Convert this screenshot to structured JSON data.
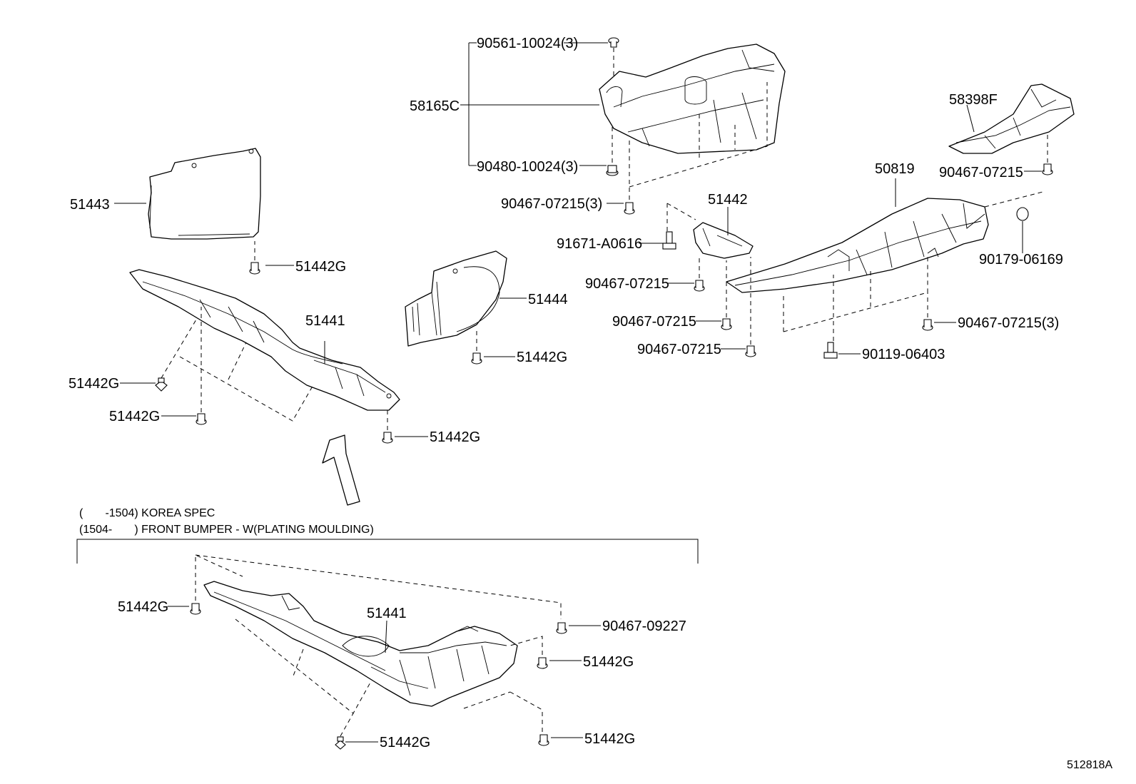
{
  "diagram_id": "512818A",
  "notes": {
    "korea_spec": "(       -1504) KOREA SPEC",
    "plating": "(1504-       ) FRONT BUMPER - W(PLATING MOULDING)"
  },
  "labels": {
    "p90561": "90561-10024(3)",
    "p58165c": "58165C",
    "p90480": "90480-10024(3)",
    "p90467_3_top": "90467-07215(3)",
    "p58398f": "58398F",
    "p50819": "50819",
    "p90467_right": "90467-07215",
    "p51442": "51442",
    "p91671": "91671-A0616",
    "p90179": "90179-06169",
    "p90467_a": "90467-07215",
    "p90467_b": "90467-07215",
    "p90467_c": "90467-07215",
    "p90467_3_right": "90467-07215(3)",
    "p90119": "90119-06403",
    "p51443": "51443",
    "p51442g_1": "51442G",
    "p51441_top": "51441",
    "p51444": "51444",
    "p51442g_2": "51442G",
    "p51442g_3": "51442G",
    "p51442g_4": "51442G",
    "p51442g_5": "51442G",
    "p51442g_6": "51442G",
    "p51441_bottom": "51441",
    "p90467_09227": "90467-09227",
    "p51442g_7": "51442G",
    "p51442g_8": "51442G",
    "p51442g_9": "51442G"
  }
}
